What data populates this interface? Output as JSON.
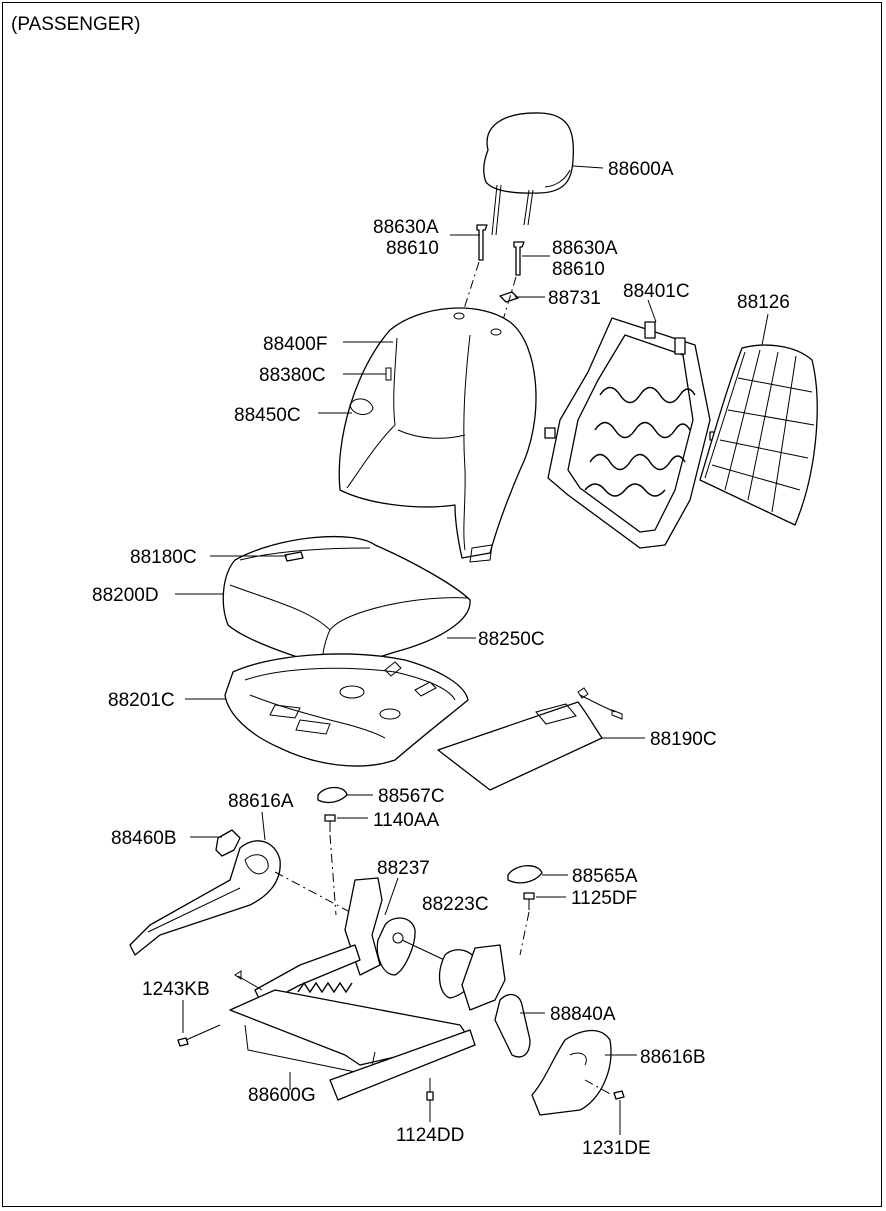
{
  "header": {
    "title": "(PASSENGER)"
  },
  "parts": {
    "p88600A": "88600A",
    "p88630A_1": "88630A",
    "p88610_1": "88610",
    "p88630A_2": "88630A",
    "p88610_2": "88610",
    "p88731": "88731",
    "p88401C": "88401C",
    "p88126": "88126",
    "p88400F": "88400F",
    "p88380C": "88380C",
    "p88450C": "88450C",
    "p88180C": "88180C",
    "p88200D": "88200D",
    "p88250C": "88250C",
    "p88201C": "88201C",
    "p88190C": "88190C",
    "p88616A": "88616A",
    "p88567C": "88567C",
    "p1140AA": "1140AA",
    "p88460B": "88460B",
    "p88237": "88237",
    "p88565A": "88565A",
    "p88223C": "88223C",
    "p1125DF": "1125DF",
    "p1243KB": "1243KB",
    "p88840A": "88840A",
    "p88616B": "88616B",
    "p88600G": "88600G",
    "p1124DD": "1124DD",
    "p1231DE": "1231DE"
  }
}
